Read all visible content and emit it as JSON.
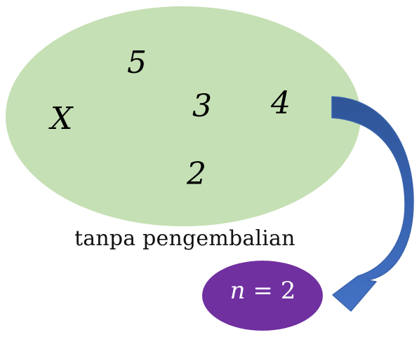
{
  "population": {
    "set_label": "X",
    "elements": [
      "5",
      "3",
      "4",
      "2"
    ]
  },
  "caption": "tanpa pengembalian",
  "sample": {
    "variable": "n",
    "operator": "=",
    "value": "2"
  },
  "colors": {
    "population_fill": "#c5e0b4",
    "sample_fill": "#7030a0",
    "arrow_dark": "#2f5597",
    "arrow_light": "#4472c4",
    "text": "#000000",
    "sample_text": "#ffffff"
  },
  "icons": {
    "arrow": "curved-arrow-icon"
  }
}
